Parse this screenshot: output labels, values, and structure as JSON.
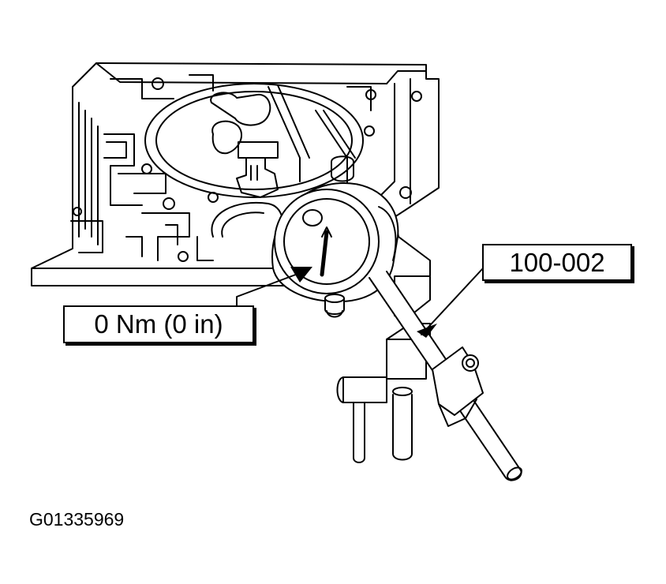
{
  "callouts": {
    "torque_label": "0 Nm (0 in)",
    "tool_label": "100-002"
  },
  "figure_id": "G01335969",
  "colors": {
    "line": "#000000",
    "background": "#ffffff"
  }
}
